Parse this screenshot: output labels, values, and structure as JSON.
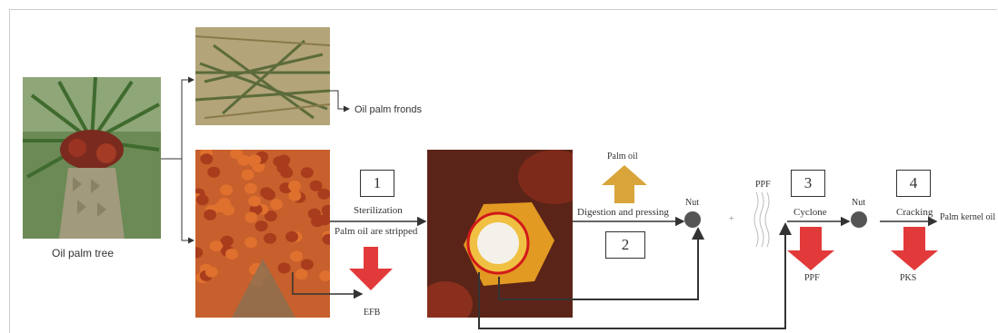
{
  "images": {
    "tree": "Oil palm tree",
    "fronds": "Oil palm fronds",
    "bunch": "fresh fruit bunch",
    "fruit": "oil palm fruit"
  },
  "labels": {
    "tree": "Oil palm tree",
    "fronds": "Oil palm fronds",
    "sterilization": "Sterilization",
    "stripped": "Palm oil are stripped",
    "efb": "EFB",
    "palm_oil": "Palm oil",
    "digestion": "Digestion and pressing",
    "nut1": "Nut",
    "plus": "+",
    "ppf_top": "PPF",
    "cyclone": "Cyclone",
    "nut2": "Nut",
    "cracking": "Cracking",
    "kernel_oil": "Palm kernel oil",
    "ppf_out": "PPF",
    "pks": "PKS"
  },
  "steps": [
    "1",
    "2",
    "3",
    "4"
  ],
  "colors": {
    "red_arrow": "#e23a3a",
    "gold_arrow": "#d9a43a",
    "line": "#333333",
    "nut": "#555555"
  }
}
